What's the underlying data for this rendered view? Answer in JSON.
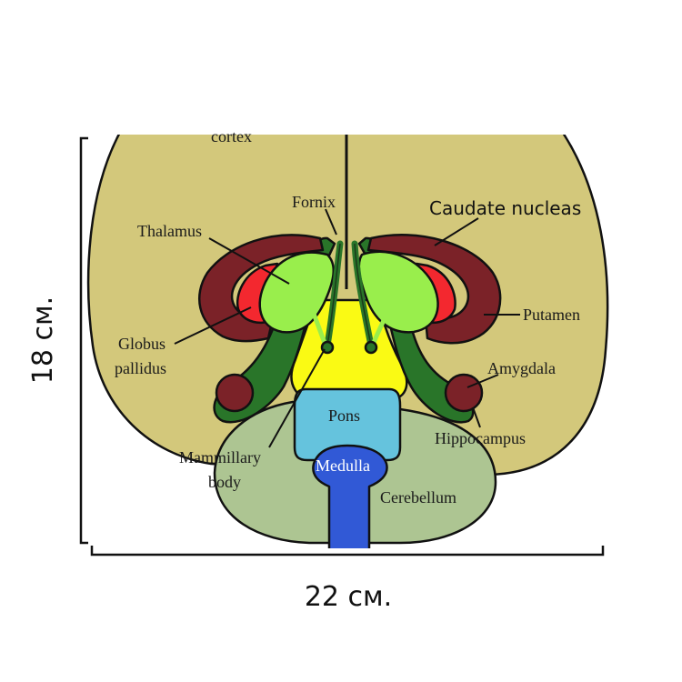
{
  "labels": {
    "cortex": "cortex",
    "fornix": "Fornix",
    "caudate": "Caudate nucleas",
    "thalamus": "Thalamus",
    "putamen": "Putamen",
    "globus_line1": "Globus",
    "globus_line2": "pallidus",
    "amygdala": "Amygdala",
    "pons": "Pons",
    "hippocampus": "Hippocampus",
    "mammillary_line1": "Mammillary",
    "mammillary_line2": "body",
    "medulla": "Medulla",
    "cerebellum": "Cerebellum"
  },
  "dimensions": {
    "height": "18 см.",
    "width": "22 см."
  },
  "colors": {
    "cortex": "#d3c87b",
    "cerebellum": "#adc592",
    "caudate_putamen": "#7b2228",
    "globus_pallidus": "#f3282f",
    "thalamus": "#99ee4c",
    "hippocampus": "#297529",
    "brainstem": "#fafa14",
    "pons": "#65c3dd",
    "medulla": "#3159d6"
  }
}
